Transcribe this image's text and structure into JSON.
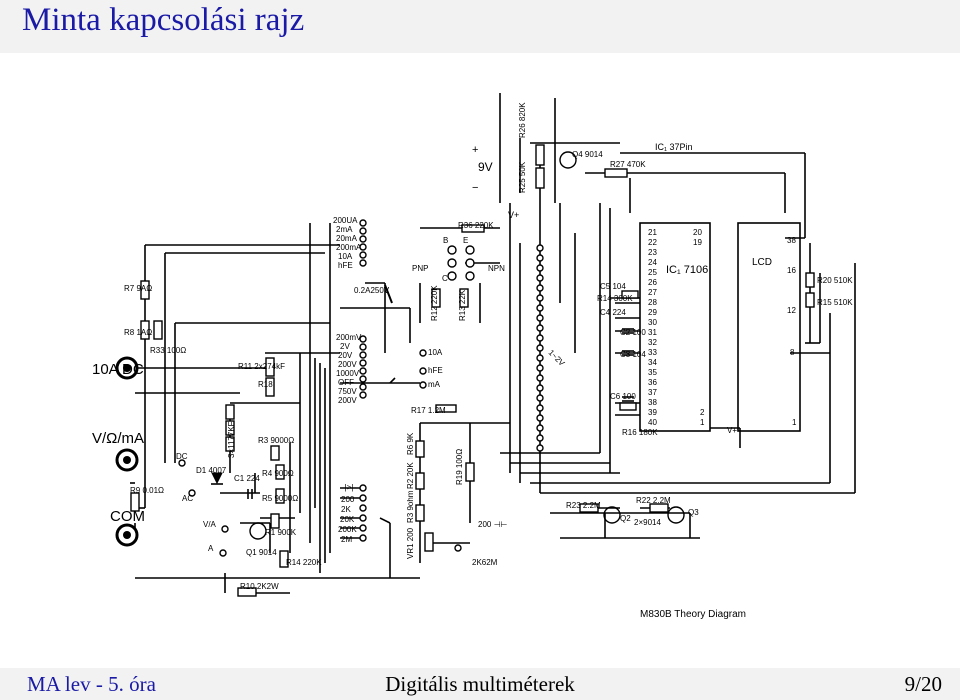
{
  "header": {
    "title": "Minta kapcsolási rajz"
  },
  "footer": {
    "left": "MA lev - 5. óra",
    "center": "Digitális multiméterek",
    "right": "9/20"
  },
  "colors": {
    "title": "#1a1aa6",
    "bar": "#f2f2f2"
  },
  "diagram": {
    "caption": "M830B Theory Diagram",
    "supply": {
      "plus": "+",
      "minus": "−",
      "voltage": "9V"
    },
    "ic_label": "IC₁ 37Pin",
    "transistors": {
      "q4": "Q4 9014",
      "q2": "Q2",
      "q3": "Q3",
      "q2_type": "2×9014",
      "q1": "Q1 9014"
    },
    "resistors": {
      "r26": "R26 820K",
      "r25": "R25 50K",
      "r27": "R27 470K",
      "r36": "R36 220K",
      "r7": "R7 9AΩ",
      "r8": "R8 1AΩ",
      "r33": "R33 100Ω",
      "r11": "R11 2x274kF",
      "r18": "R18",
      "r3": "R3 9000Ω",
      "r4": "R4 900Ω",
      "r5": "R5 9000Ω",
      "r1": "R1 900K",
      "r14": "R14 220K",
      "r10": "R10 2K2W",
      "r9": "R9 0.01Ω",
      "r17": "R17 1.2M",
      "r6": "R6 9K",
      "r2": "R2 20K",
      "r3b": "R3 9ohm",
      "vr1": "VR1 200",
      "r19": "R19 100Ω",
      "r23": "R23 2.2M",
      "r22": "R22 2.2M",
      "r16": "R16 180K",
      "r20": "R20 510K",
      "r15": "R15 510K",
      "r14b": "R14 300K",
      "r12": "R12 220K",
      "r13": "R13 22K",
      "r2k": "2K62M"
    },
    "caps": {
      "c1": "C1 224",
      "c5": "C5 104",
      "c4": "C4 224",
      "c2": "C2 100",
      "c3": "C3 104",
      "c6": "C6 100"
    },
    "diode": {
      "d1": "D1 4007",
      "zener": "3×1177KF"
    },
    "terminals": {
      "a10": "10A DC",
      "vohm": "V/Ω/mA",
      "com": "COM"
    },
    "terminal_marks": {
      "dc": "DC",
      "ac": "AC",
      "va": "V/A",
      "a": "A"
    },
    "transistor_socket": {
      "pnp": "PNP",
      "npn": "NPN",
      "b": "B",
      "c": "C",
      "e": "E"
    },
    "ranges_top": [
      "200UA",
      "2mA",
      "20mA",
      "200mA",
      "10A",
      "hFE"
    ],
    "fuse": "0.2A250V",
    "ranges_mid": [
      "200mV",
      "2V",
      "20V",
      "200V",
      "1000V",
      "OFF",
      "750V",
      "200V"
    ],
    "ranges_low": [
      "200",
      "2K",
      "20K",
      "200K",
      "2M"
    ],
    "switch_labels": {
      "a10": "10A",
      "hfe": "hFE",
      "ma": "mA",
      "diode": "-|>|-",
      "r1": "1~2V",
      "r200": "200 ⊣⊢"
    },
    "ic_pins_left": [
      "21",
      "22",
      "23",
      "24",
      "25",
      "26",
      "27",
      "28",
      "29",
      "30",
      "31",
      "32",
      "33",
      "34",
      "35",
      "36",
      "37",
      "38",
      "39",
      "40"
    ],
    "ic_pins_right": [
      "20",
      "19",
      "2",
      "1"
    ],
    "ic_name": "IC₁ 7106",
    "lcd": {
      "name": "LCD",
      "pins": [
        "38",
        "16",
        "12",
        "8",
        "1"
      ]
    },
    "vplus": "V+"
  }
}
